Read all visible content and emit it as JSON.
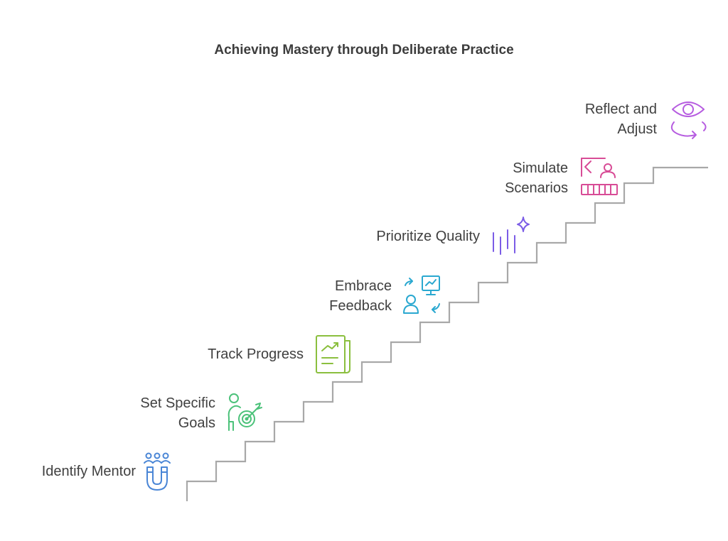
{
  "title": "Achieving Mastery through Deliberate Practice",
  "steps": [
    {
      "label_lines": [
        "Identify Mentor"
      ],
      "icon": "mentor-magnet-icon",
      "color": "#4a86d6"
    },
    {
      "label_lines": [
        "Set Specific",
        "Goals"
      ],
      "icon": "target-goal-icon",
      "color": "#4cc27a"
    },
    {
      "label_lines": [
        "Track Progress"
      ],
      "icon": "progress-report-icon",
      "color": "#8bbf3e"
    },
    {
      "label_lines": [
        "Embrace",
        "Feedback"
      ],
      "icon": "feedback-exchange-icon",
      "color": "#2aa8d0"
    },
    {
      "label_lines": [
        "Prioritize Quality"
      ],
      "icon": "quality-sparkle-icon",
      "color": "#7b5ce6"
    },
    {
      "label_lines": [
        "Simulate",
        "Scenarios"
      ],
      "icon": "simulation-icon",
      "color": "#d84c96"
    },
    {
      "label_lines": [
        "Reflect and",
        "Adjust"
      ],
      "icon": "reflect-eye-icon",
      "color": "#b65ce0"
    }
  ],
  "colors": {
    "stairs": "#a8a8a8",
    "text": "#404040"
  }
}
